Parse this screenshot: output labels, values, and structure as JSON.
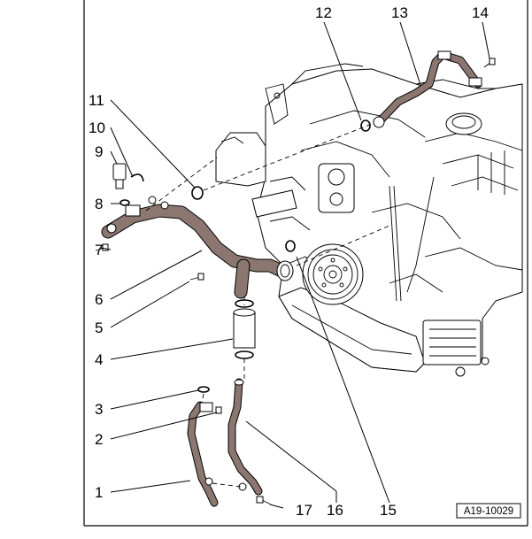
{
  "diagram": {
    "reference_code": "A19-10029",
    "callouts": [
      "1",
      "2",
      "3",
      "4",
      "5",
      "6",
      "7",
      "8",
      "9",
      "10",
      "11",
      "12",
      "13",
      "14",
      "15",
      "16",
      "17"
    ]
  }
}
